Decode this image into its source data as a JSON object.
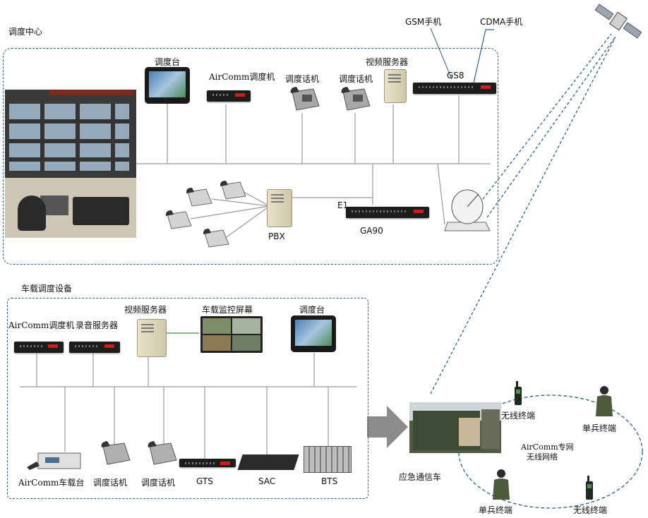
{
  "control_center": {
    "title": "调度中心",
    "devices": {
      "console": "调度台",
      "aircomm_dispatcher": "AirComm调度机",
      "phone_1": "调度话机",
      "phone_2": "调度话机",
      "video_server": "视频服务器",
      "gsm_phone": "GSM手机",
      "cdma_phone": "CDMA手机",
      "gs8": "GS8",
      "e1": "E1",
      "ga90": "GA90",
      "pbx": "PBX"
    }
  },
  "vehicle": {
    "title": "车载调度设备",
    "devices": {
      "aircomm_dispatcher": "AirComm调度机",
      "recording_server": "录音服务器",
      "video_server": "视频服务器",
      "monitor_screen": "车载监控屏幕",
      "console": "调度台",
      "vehicle_radio": "AirComm车载台",
      "phone_1": "调度话机",
      "phone_2": "调度话机",
      "gts": "GTS",
      "sac": "SAC",
      "bts": "BTS"
    }
  },
  "field": {
    "emergency_vehicle": "应急通信车",
    "wireless_terminal_1": "无线终端",
    "soldier_terminal_1": "单兵终端",
    "network_line1": "AirComm专网",
    "network_line2": "无线网络",
    "soldier_terminal_2": "单兵终端",
    "wireless_terminal_2": "无线终端"
  },
  "colors": {
    "box_border": "#2d5f8f",
    "bus_line": "#9a9a9a",
    "satellite_link": "#2d5f8f",
    "arrow": "#8c8c8c"
  },
  "icons": [
    "satellite-icon",
    "satellite-dish-icon",
    "phone-icon",
    "rack-device-icon",
    "server-icon",
    "monitor-icon",
    "radio-icon",
    "soldier-icon",
    "vehicle-icon"
  ]
}
